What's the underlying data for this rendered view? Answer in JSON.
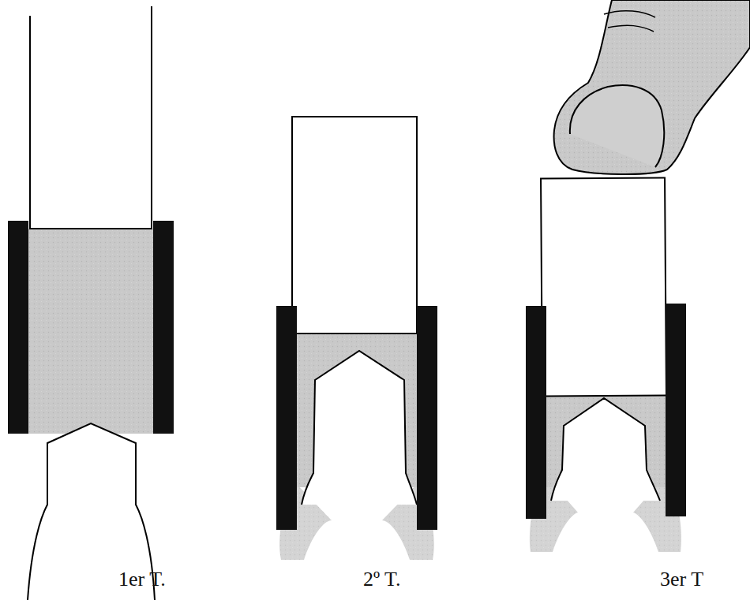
{
  "diagram": {
    "labels": [
      "1er T.",
      "2º T.",
      "3er T"
    ]
  }
}
